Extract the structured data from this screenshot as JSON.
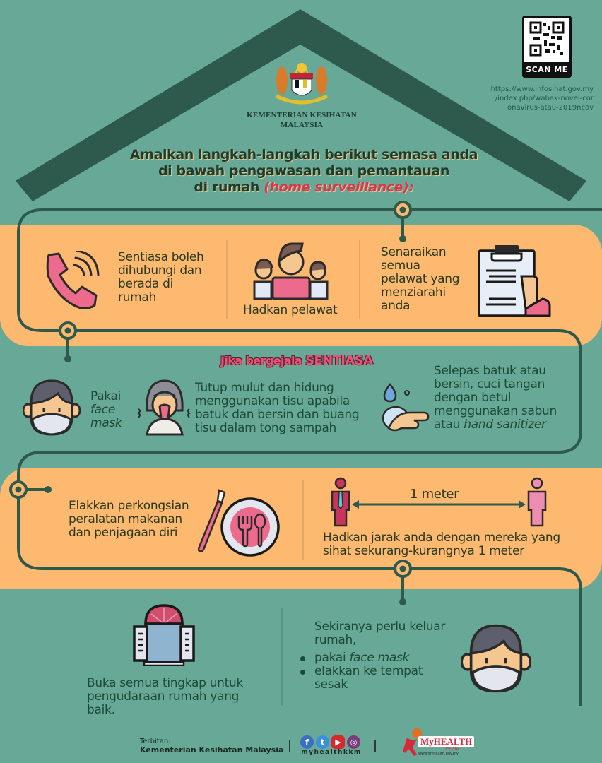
{
  "header": {
    "emblem_caption_line1": "KEMENTERIAN KESIHATAN",
    "emblem_caption_line2": "MALAYSIA",
    "qr": {
      "label": "SCAN ME",
      "url_line1": "https://www.infosihat.gov.my",
      "url_line2": "/index.php/wabak-novel-cor",
      "url_line3": "onavirus-atau-2019ncov"
    },
    "headline_line1": "Amalkan langkah-langkah berikut semasa anda",
    "headline_line2": "di bawah pengawasan dan pemantauan",
    "headline_line3_prefix": "di rumah ",
    "headline_line3_highlight": "(home surveillance):"
  },
  "section1": {
    "item1": {
      "icon": "phone-icon",
      "lines": [
        "Sentiasa boleh",
        "dihubungi dan",
        "berada di",
        "rumah"
      ]
    },
    "item2": {
      "icon": "group-people-icon",
      "label": "Hadkan pelawat"
    },
    "item3": {
      "icon": "clipboard-icon",
      "lines": [
        "Senaraikan",
        "semua",
        "pelawat yang",
        "menziarahi",
        "anda"
      ]
    }
  },
  "section2": {
    "title_prefix": "Jika bergejala ",
    "title_emphasis": "SENTIASA",
    "item1": {
      "icon": "face-mask-person-icon",
      "line1": "Pakai",
      "line2": "face",
      "line3": "mask"
    },
    "item2": {
      "icon": "sneezing-person-icon",
      "lines": [
        "Tutup mulut dan hidung",
        "menggunakan tisu apabila",
        "batuk dan bersin dan buang",
        "tisu dalam tong sampah"
      ]
    },
    "item3": {
      "icon": "hand-washing-icon",
      "lines": [
        "Selepas batuk atau",
        "bersin, cuci tangan",
        "dengan betul",
        "menggunakan  sabun"
      ],
      "last_prefix": "atau ",
      "last_italic": "hand sanitizer"
    }
  },
  "section3": {
    "item1": {
      "icon": "toothbrush-plate-cutlery-icon",
      "lines": [
        "Elakkan perkongsian",
        "peralatan makanan",
        "dan penjagaan diri"
      ]
    },
    "item2": {
      "icon": "social-distance-icon",
      "distance_label": "1 meter",
      "lines": [
        "Hadkan jarak anda dengan mereka yang",
        "sihat sekurang-kurangnya 1 meter"
      ]
    }
  },
  "section4": {
    "item1": {
      "icon": "window-icon",
      "lines": [
        "Buka semua tingkap untuk",
        "pengudaraan rumah yang",
        "baik."
      ]
    },
    "item2": {
      "icon": "face-mask-person-icon",
      "intro_line1": "Sekiranya perlu keluar",
      "intro_line2": "rumah,",
      "bullet1_prefix": "pakai ",
      "bullet1_italic": "face mask",
      "bullet2_line1": "elakkan ke tempat",
      "bullet2_line2": "sesak"
    }
  },
  "footer": {
    "published_label": "Terbitan:",
    "publisher": "Kementerian Kesihatan Malaysia",
    "social_handle": "myhealthkkm",
    "social_icons": [
      "f",
      "t",
      "▶",
      "◎"
    ],
    "brand": "MyHEALTH",
    "brand_tagline": "for life",
    "brand_url": "www.myhealth.gov.my"
  },
  "colors": {
    "background_green": "#67a996",
    "dark_green": "#2e5a4e",
    "band_orange": "#fdb970",
    "accent_pink": "#e8557a",
    "accent_red": "#d7374f"
  }
}
